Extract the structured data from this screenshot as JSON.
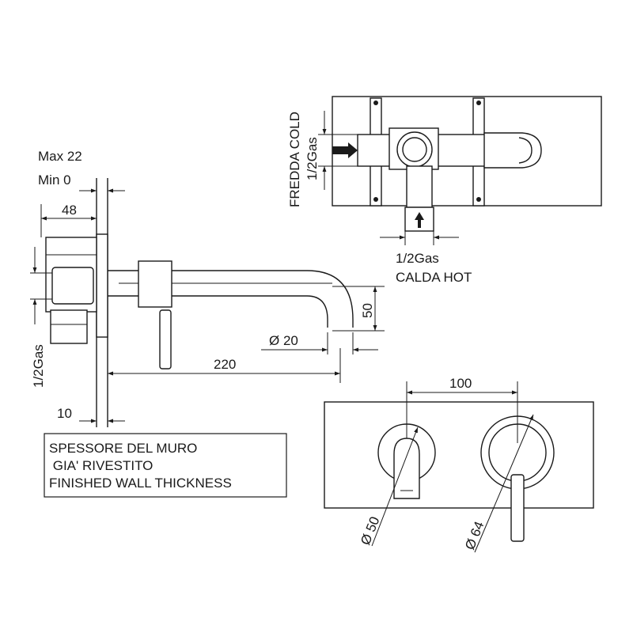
{
  "dimensions": {
    "max_wall": "Max 22",
    "min_wall": "Min 0",
    "body_depth": "48",
    "inlet_side": "1/2Gas",
    "wall_ten": "10",
    "spout_length": "220",
    "spout_diameter": "Ø 20",
    "spout_drop": "50",
    "cold_thread": "1/2Gas",
    "hot_thread": "1/2Gas",
    "center_distance": "100",
    "rosette_small": "Ø 50",
    "rosette_large": "Ø 64"
  },
  "labels": {
    "cold": "FREDDA COLD",
    "hot": "CALDA HOT"
  },
  "note": {
    "line1": "SPESSORE DEL MURO",
    "line2": " GIA' RIVESTITO",
    "line3": "FINISHED WALL THICKNESS"
  }
}
